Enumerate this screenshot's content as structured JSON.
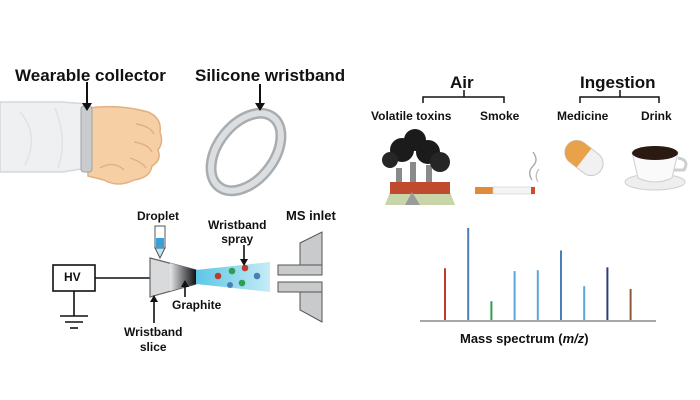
{
  "left": {
    "wearable_collector": "Wearable collector",
    "silicone_wristband": "Silicone wristband",
    "droplet": "Droplet",
    "wristband_spray_1": "Wristband",
    "wristband_spray_2": "spray",
    "ms_inlet": "MS inlet",
    "hv": "HV",
    "graphite": "Graphite",
    "wristband_slice_1": "Wristband",
    "wristband_slice_2": "slice"
  },
  "right": {
    "air": "Air",
    "ingestion": "Ingestion",
    "volatile_toxins": "Volatile toxins",
    "smoke": "Smoke",
    "medicine": "Medicine",
    "drink": "Drink",
    "spectrum_label_prefix": "Mass spectrum (",
    "spectrum_label_italic": "m/z",
    "spectrum_label_suffix": ")"
  },
  "colors": {
    "peak_red": "#c0392b",
    "peak_blue": "#4a7fb5",
    "peak_green": "#2e9e4f",
    "peak_light_blue": "#5aa7d6",
    "peak_navy": "#2c3e7a",
    "peak_brown": "#8b5a3c",
    "spray": "#7fd3ea",
    "droplet": "#3aa0d8"
  },
  "chart_data": {
    "type": "bar",
    "xlabel": "Mass spectrum (m/z)",
    "peaks": [
      {
        "x": 1,
        "height": 0.55,
        "color": "#c0392b"
      },
      {
        "x": 2,
        "height": 0.98,
        "color": "#4a7fb5"
      },
      {
        "x": 3,
        "height": 0.2,
        "color": "#2e9e4f"
      },
      {
        "x": 4,
        "height": 0.52,
        "color": "#5aa7d6"
      },
      {
        "x": 5,
        "height": 0.53,
        "color": "#5aa7d6"
      },
      {
        "x": 6,
        "height": 0.74,
        "color": "#4a7fb5"
      },
      {
        "x": 7,
        "height": 0.36,
        "color": "#5aa7d6"
      },
      {
        "x": 8,
        "height": 0.56,
        "color": "#2c3e7a"
      },
      {
        "x": 9,
        "height": 0.33,
        "color": "#8b5a3c"
      }
    ]
  }
}
